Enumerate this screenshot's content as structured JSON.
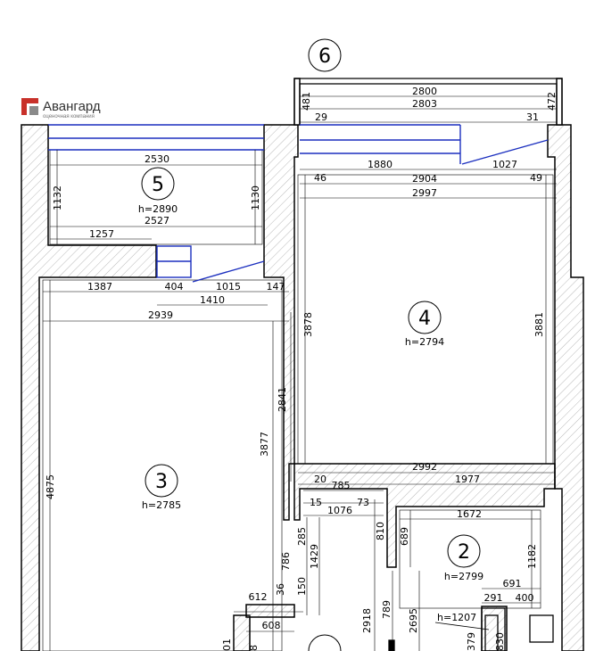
{
  "brand": {
    "name": "Авангард",
    "subtitle": "оценочная компания",
    "color": "#c8312a"
  },
  "colors": {
    "wall_line": "#000000",
    "window_line": "#1b2fbf",
    "hatch": "#9a9a9a"
  },
  "rooms": [
    {
      "id": "5",
      "height": "h=2890"
    },
    {
      "id": "4",
      "height": "h=2794"
    },
    {
      "id": "3",
      "height": "h=2785"
    },
    {
      "id": "2",
      "height": "h=2799"
    },
    {
      "id": "6",
      "height": ""
    }
  ],
  "dimensions": {
    "balcony_top": "2800",
    "balcony_inner": "2803",
    "balcony_left_vert": "481",
    "balcony_right_vert": "472",
    "balcony_left_small": "29",
    "balcony_right_small": "31",
    "r4_window": "1880",
    "r4_window_right": "1027",
    "r4_left_small": "46",
    "r4_width": "2904",
    "r4_right_small": "49",
    "r4_width2": "2997",
    "r4_left_vert": "3878",
    "r4_right_vert": "3881",
    "r4_bottom": "2992",
    "r4_bottom2": "1977",
    "r5_width": "2530",
    "r5_width2": "2527",
    "r5_left_vert": "1132",
    "r5_right_vert": "1130",
    "r5_bottom_left": "1257",
    "r3_a": "1387",
    "r3_b": "404",
    "r3_c": "1015",
    "r3_d": "147",
    "r3_e": "1410",
    "r3_width": "2939",
    "r3_right_vert": "2841",
    "r3_right_vert2": "3877",
    "r3_left_vert": "4875",
    "c_20": "20",
    "c_785": "785",
    "c_15": "15",
    "c_1076": "1076",
    "c_73": "73",
    "c_810": "810",
    "c_689": "689",
    "c_285": "285",
    "c_786": "786",
    "c_1429": "1429",
    "c_36": "36",
    "c_150": "150",
    "c_612": "612",
    "c_608": "608",
    "c_2918": "2918",
    "c_789": "789",
    "c_2695": "2695",
    "r2_width": "1672",
    "r2_right_vert": "1182",
    "r2_691": "691",
    "r2_291": "291",
    "r2_400": "400",
    "r2_h1207": "h=1207",
    "r2_379": "379",
    "r2_830": "830",
    "b_01": "01",
    "b_8": "8"
  }
}
